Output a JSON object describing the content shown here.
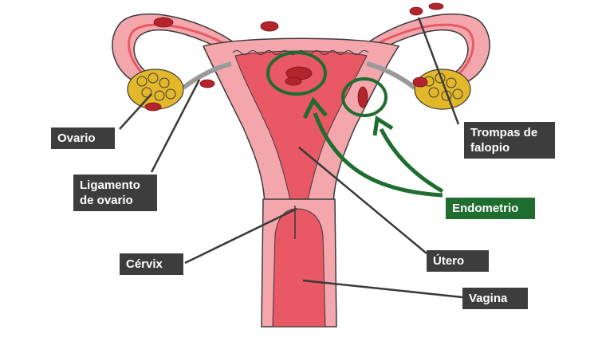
{
  "labels": {
    "ovario": "Ovario",
    "ligamento": "Ligamento\nde ovario",
    "trompas": "Trompas de\nfalopio",
    "endometrio": "Endometrio",
    "utero": "Útero",
    "cervix": "Cérvix",
    "vagina": "Vagina"
  },
  "colors": {
    "label_bg": "#3d3d3d",
    "highlight": "#1f6d2f",
    "tissue_outer": "#f3a7ad",
    "tissue_inner": "#e85865",
    "lesion": "#b3242c",
    "ovary_follicle": "#e3b72a"
  }
}
